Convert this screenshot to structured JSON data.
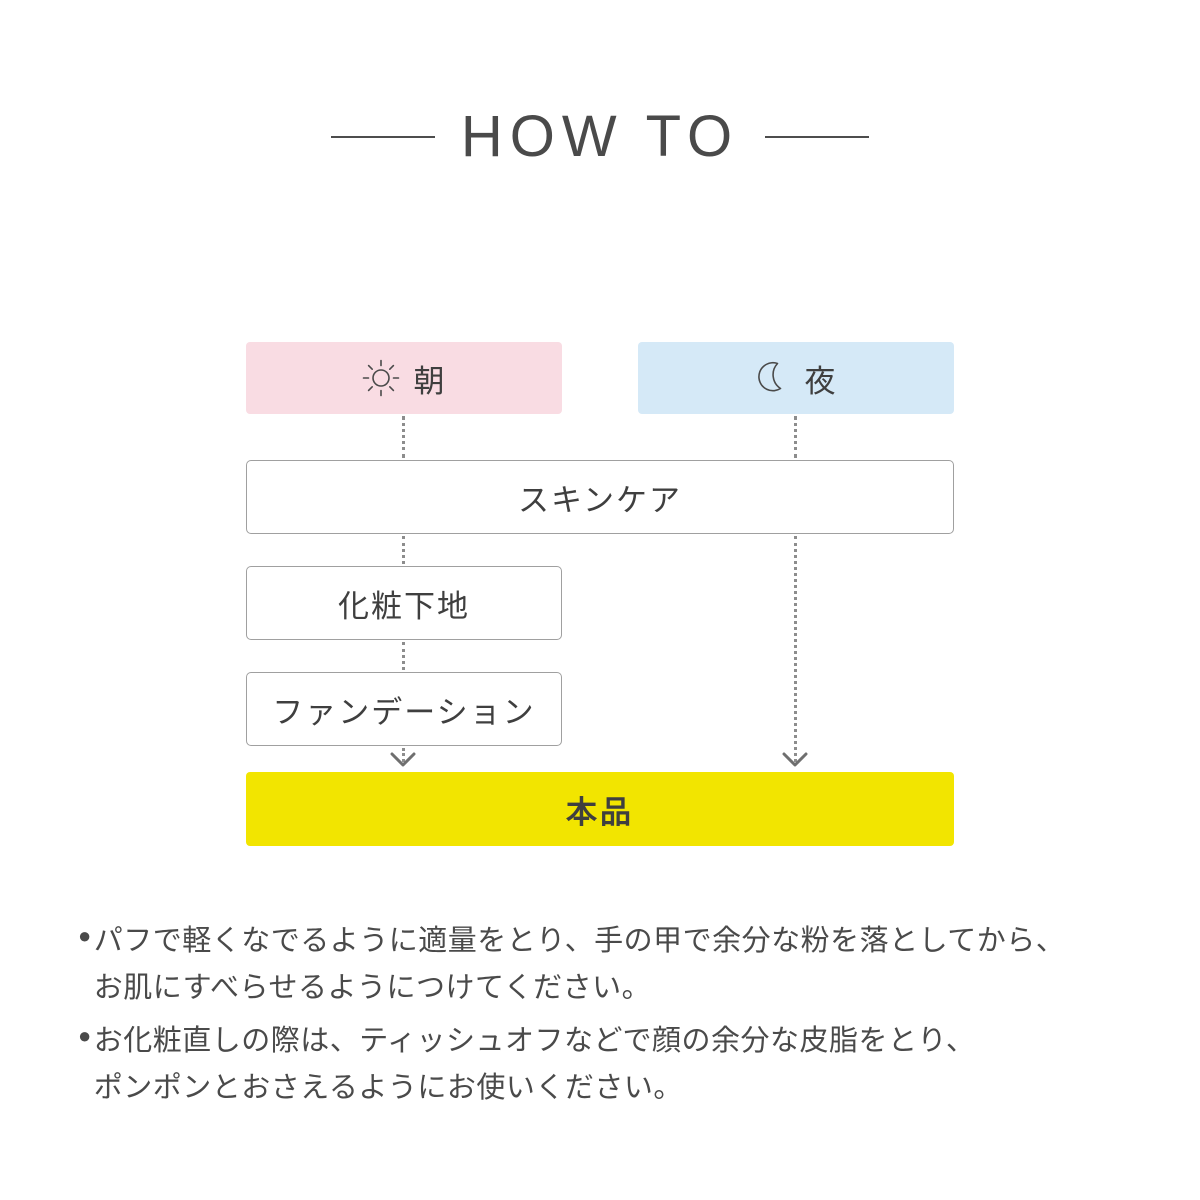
{
  "header": {
    "title": "HOW TO",
    "rule_left": "decorative-rule",
    "rule_right": "decorative-rule"
  },
  "flow": {
    "columns": [
      {
        "key": "morning",
        "label": "朝",
        "icon": "sun-icon",
        "bg": "#f9dce3"
      },
      {
        "key": "night",
        "label": "夜",
        "icon": "moon-icon",
        "bg": "#d5e9f7"
      }
    ],
    "steps": [
      {
        "key": "skincare",
        "label": "スキンケア",
        "span": "both"
      },
      {
        "key": "primer",
        "label": "化粧下地",
        "span": "morning"
      },
      {
        "key": "foundation",
        "label": "ファンデーション",
        "span": "morning"
      }
    ],
    "final": {
      "key": "product",
      "label": "本品",
      "bg": "#f2e500"
    },
    "connector_style": "dotted",
    "connector_color": "#8d8d8d",
    "arrow": "chevron-down-arrow"
  },
  "notes": [
    {
      "bullet": "●",
      "lines": [
        "パフで軽くなでるように適量をとり、手の甲で余分な粉を落としてから、",
        "お肌にすべらせるようにつけてください。"
      ]
    },
    {
      "bullet": "●",
      "lines": [
        "お化粧直しの際は、ティッシュオフなどで顔の余分な皮脂をとり、",
        "ポンポンとおさえるようにお使いください。"
      ]
    }
  ],
  "colors": {
    "background": "#ffffff",
    "text": "#4a4a4a",
    "box_border": "#a0a0a0",
    "morning_bg": "#f9dce3",
    "night_bg": "#d5e9f7",
    "highlight_bg": "#f2e500"
  }
}
